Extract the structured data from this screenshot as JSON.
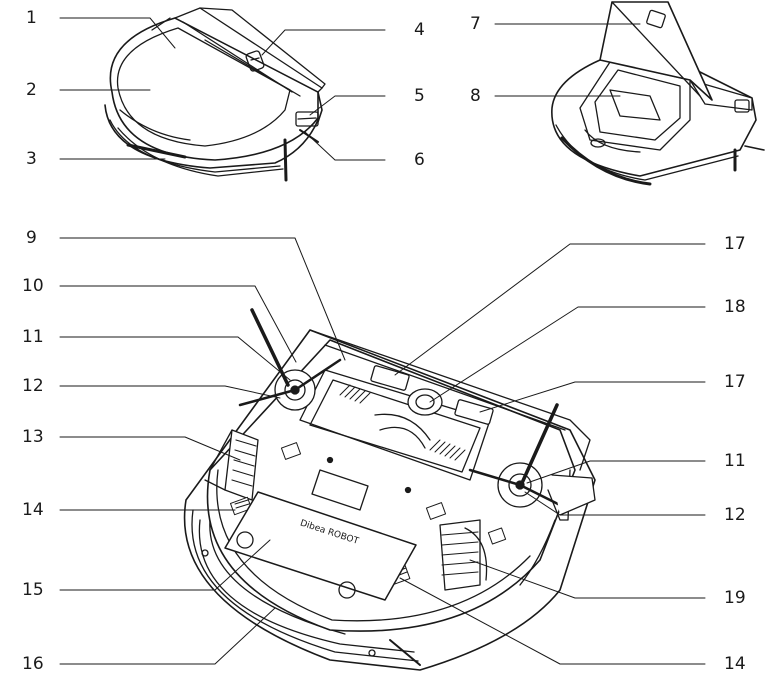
{
  "callouts": [
    {
      "id": "c1",
      "label": "1"
    },
    {
      "id": "c2",
      "label": "2"
    },
    {
      "id": "c3",
      "label": "3"
    },
    {
      "id": "c4",
      "label": "4"
    },
    {
      "id": "c5",
      "label": "5"
    },
    {
      "id": "c6",
      "label": "6"
    },
    {
      "id": "c7",
      "label": "7"
    },
    {
      "id": "c8",
      "label": "8"
    },
    {
      "id": "c9",
      "label": "9"
    },
    {
      "id": "c10",
      "label": "10"
    },
    {
      "id": "c11a",
      "label": "11"
    },
    {
      "id": "c12a",
      "label": "12"
    },
    {
      "id": "c13",
      "label": "13"
    },
    {
      "id": "c14a",
      "label": "14"
    },
    {
      "id": "c15",
      "label": "15"
    },
    {
      "id": "c16",
      "label": "16"
    },
    {
      "id": "c17a",
      "label": "17"
    },
    {
      "id": "c18",
      "label": "18"
    },
    {
      "id": "c17b",
      "label": "17"
    },
    {
      "id": "c11b",
      "label": "11"
    },
    {
      "id": "c12b",
      "label": "12"
    },
    {
      "id": "c19",
      "label": "19"
    },
    {
      "id": "c14b",
      "label": "14"
    }
  ],
  "device": {
    "brand_text": "Dibea ROBOT"
  }
}
